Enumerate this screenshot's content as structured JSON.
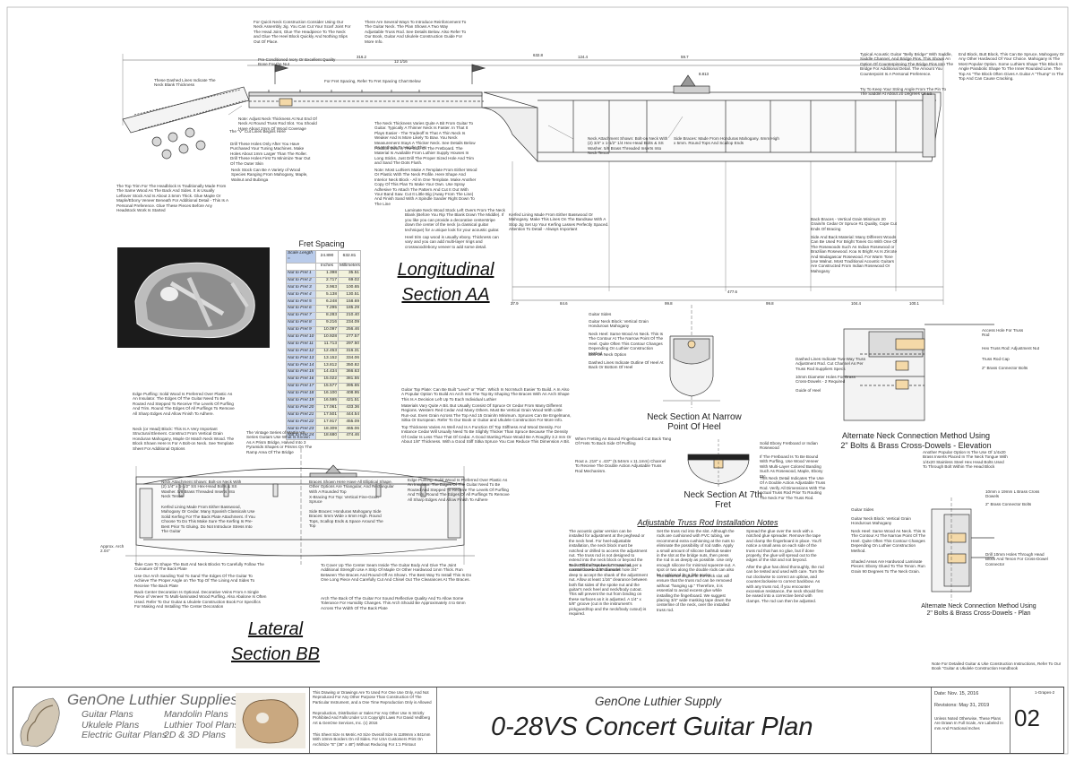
{
  "titles": {
    "longitudinal": "Longitudinal",
    "section_aa": "Section AA",
    "lateral": "Lateral",
    "section_bb": "Section BB",
    "neck_narrow_1": "Neck Section At Narrow",
    "neck_narrow_2": "Point Of Heel",
    "neck_7th_1": "Neck Section At 7th",
    "neck_7th_2": "Fret",
    "truss_title": "Adjustable Truss Rod Installation Notes",
    "alt_elev_1": "Alternate Neck Connection Method Using",
    "alt_elev_2": "2\" Bolts & Brass Cross-Dowels - Elevation",
    "alt_plan_1": "Alternate Neck Connection Method Using",
    "alt_plan_2": "2\" Bolts & Brass Cross-Dowels - Plan"
  },
  "fret_spacing": {
    "title": "Fret Spacing",
    "header": [
      "Scale Length =",
      "24.890",
      "632.81"
    ],
    "units": [
      "",
      "Inches",
      "Millimeters"
    ],
    "rows": [
      [
        "Nut to Fret 1",
        "1.398",
        "35.51"
      ],
      [
        "Nut to Fret 2",
        "2.717",
        "69.02"
      ],
      [
        "Nut to Fret 3",
        "3.963",
        "100.65"
      ],
      [
        "Nut to Fret 4",
        "5.138",
        "130.51"
      ],
      [
        "Nut to Fret 5",
        "6.248",
        "158.69"
      ],
      [
        "Nut to Fret 6",
        "7.295",
        "185.29"
      ],
      [
        "Nut to Fret 7",
        "8.283",
        "210.40"
      ],
      [
        "Nut to Fret 8",
        "9.216",
        "234.09"
      ],
      [
        "Nut to Fret 9",
        "10.097",
        "256.46"
      ],
      [
        "Nut to Fret 10",
        "10.928",
        "277.57"
      ],
      [
        "Nut to Fret 11",
        "11.713",
        "297.50"
      ],
      [
        "Nut to Fret 12",
        "12.453",
        "316.31"
      ],
      [
        "Nut to Fret 13",
        "13.152",
        "334.06"
      ],
      [
        "Nut to Fret 14",
        "13.812",
        "350.82"
      ],
      [
        "Nut to Fret 15",
        "14.434",
        "366.63"
      ],
      [
        "Nut to Fret 16",
        "15.022",
        "381.55"
      ],
      [
        "Nut to Fret 17",
        "15.577",
        "395.65"
      ],
      [
        "Nut to Fret 18",
        "16.100",
        "408.95"
      ],
      [
        "Nut to Fret 19",
        "16.595",
        "421.51"
      ],
      [
        "Nut to Fret 20",
        "17.061",
        "433.36"
      ],
      [
        "Nut to Fret 21",
        "17.501",
        "444.54"
      ],
      [
        "Nut to Fret 22",
        "17.917",
        "455.09"
      ],
      [
        "Nut to Fret 23",
        "18.309",
        "465.06"
      ],
      [
        "Nut to Fret 24",
        "18.680",
        "474.46"
      ]
    ]
  },
  "dims": {
    "top_total": "632.8",
    "d_316": "316.2",
    "d_124": "124.4",
    "d_59": "59.7",
    "d_12": "12 1/16",
    "d_8": "8.813",
    "bot_total": "477.6",
    "b1": "84.6",
    "b2": "99.8",
    "b3": "99.8",
    "b4": "104.4",
    "b5": "100.1",
    "b0": "27.9"
  },
  "notes": {
    "n_quick": "For Quick Neck Construction Consider Using Our Neck Assembly Jig. You Can Cut Your Scarf Joint For The Head Joint, Glue The Headpiece To The Neck and Glue The Heel Block Quickly And Nothing Slips Out Of Place.",
    "n_reinforce": "There Are Several Ways To Introduce Reinforcement To The Guitar Neck. The Plan Shows A Two Way Adjustable Truss Rod. See Details Below. Also Refer To Our Book, Guitar And Ukulele Construction Guide For More Info.",
    "n_ivory": "Pre-Conditioned Ivory Or Excellent Quality Bone For the Nut",
    "n_fret": "For Fret Spacing, Refer To Fret Spacing Chart Below",
    "n_dashed": "These Dashed Lines Indicate The Neck Blank Thickness",
    "n_thickness": "Note: Adjust Neck Thickness At Nut End Of Neck At Round Truss Rod Slot. You Should Have About 2mm Of Wood Coverage",
    "n_vcut": "The \"V\" Cut Lines Begins Here",
    "n_drill": "Drill These Holes Only After You Have Purchased Your Tuning Machines. Make Holes About 1mm Larger Than The Roller. Drill These Holes First To Minimize Tear Out Of The Outer Skin",
    "n_variety": "Neck Stock Can Be A Variety of Wood Species Ranging From Mahogany, Maple, Walnut and Bubinga",
    "n_headstock": "The Top Trim For The Headblock Is Traditionally Made From The Same Wood As The Back And Sides. It is Usually Leftover Stock And Is About 2.5mm Thick. Glue Maple Or Maple/Ebony Veneer Beneath For Additional Detail - This Is A Personal Preference. Glue These Pieces Before Any Headstock Work Is Started",
    "n_neckthick": "The Neck Thickness Varies Quite A Bit From Guitar To Guitar. Typically A Thinner Neck Is Faster. In That It Plays Easier - The Tradeoff Is That A Thin Neck Is Weaker And Is More Likely To Bow. You Neck Measurement Stays A Thicker Neck. See Details Below On Methods To Handle This.",
    "n_position": "Position Dots In The Side Of The Fretboard. The Material Is Available From Luthier Supply Houses In Long Sticks. Just Drill The Proper Sized Hole And Trim and Sand The Dots Flush.",
    "n_template": "Note: Most Luthiers Make A Template From Either Wood Or Plastic With The Neck Profile. Here Shape And Interior Neck Block - All In One Template. Make Another Copy Of This Plan To Make Your Own. Use Spray Adhesive To Attach The Pattern And Cut It Out With Your Band Saw. Cut It Little Big (Away From The Line) And Finish Sand With A Spindle Sander Right Down To The Line",
    "n_laminate": "Laminate Neck Wood Stock Left Overs From The Neck Blank (Before You Rip The Blank Down The Middle). If you like you can provide a decorative centerstripe down the center of the neck (a classical guitar technique) for a unique look for your acoustic guitar.",
    "n_heeltrim": "Heel trim cap wood is usually ebony. Thickness can vary and you can add multi-layer rings and crosswood/ebony veneer to add some detail.",
    "n_kerfed": "Kerfed Lining Made From Either Basswood Or Mahogany. Make This Lines On The Bandsaw With A Stop Jig Set Up Your Kerfing Lasses Perfectly Spaced. Attention To Detail - Always Important",
    "n_neckattach": "Neck Attachment Shown: Bolt-on Neck With (2) 3/4\" x 1-1/2\" 1/4 Hex-Head Bolts & SS Washer. 5/8 Brass Threaded Inserts Into Neck Tenon",
    "n_sides": "Side Braces: Made From Honduras Mahogany. 6mm High x 5mm. Round Tops And Scallop Ends",
    "n_bellybridge": "Typical Acoustic Guitar \"Belly Bridge\" With Saddle, Saddle Channel, And Bridge Pins. This Shows An Option Of Counterpinning The Bridge Pins Into The Bridge For Additional Detail. The Amount You Counterpoint Is A Personal Preference.",
    "n_tryrake": "Try To Keep Your String Angle From The Pin To The Saddle At About 20 Degrees Or So",
    "n_endblock": "End Block, Butt Block, This Can Be Spruce, Mahogany Or Any Other Hardwood Of Your Choice. Mahogany Is The Most Popular Option. Some Luthiers Shape This Block In Angle Parabolic Shape To The Inner Rounded Line. The Top As \"The Block Often Gives A Guitar A \"Thump\" In The Top And Can Cause Cracking.",
    "n_backbraces": "Back Braces - Vertical Grain Minimum 20 Grain/In Cedar Or Spruce #1 Quality, Cope Cut Ends Of Bracing",
    "n_sideback": "Side And Back Material: Many Different Woods Can Be Used For Bright Tones Go With One Of The Rosewoods Such As Indian Rosewood or Brazilian Rosewood. Koa Is Bright As Is Zircote And Madagascar Rosewood. For Warm Tone Use Walnut. Most Traditional Acoustic Guitars Are Constructed From Indian Rosewood Or Mahogany",
    "n_guitar_sides": "Guitar Sides",
    "n_guitar_neckblock": "Guitar Neck Block: Vertical Grain Hondurous Mahogany",
    "n_neckheel": "Neck Heel: Same Wood As Neck. This Is The Contour At The Narrow Point Of The Heel. Quite Often This Contour Changes Depending On Luthier Construction Method",
    "n_bolton": "Bolt-On Neck Option",
    "n_dashedlines": "Dashed Lines Indicate Outline Of Heel At Back Or Bottom Of Heel",
    "n_whenfitting": "When Fretting An Bound Fingerboard Cut Back Tang Of Frets To Back Side Of Purfling",
    "n_rout": "Rout a .218\" x .437\" (5.54mm x 11.1mm) Channel To Receive The Double Action Adjustable Truss Rod Mechanism.",
    "n_solidebony": "Solid Ebony Fretboard or Indian Rosewood",
    "n_fretboard": "If The Fretboard Is To Be Bound With Purfling, Use Wood Veneer With Multi-Layer Colored Banding Such As Rosewood, Maple, Ebony Etc.",
    "n_necktable": "This Neck Detail Indicates The Use Of A Double Action Adjustable Truss Rod. Verify All Dimensions With The Actual Truss Rod Prior To Routing The Neck For The Truss Rod.",
    "n_access": "Access Hole For Truss Rod",
    "n_hexrod": "Hex Truss Rod: Adjustment Nut",
    "n_trussrod": "Truss Rod Cap",
    "n_brasscon": "2\" Brass Connector Bolts",
    "n_dashedtwo": "Dashed Lines Indicate Two-Way Truss Adjustment Rod. Cut Channel As Per Truss Rod Suppliers Specs",
    "n_10mm": "10mm Diameter Holes For Brass Cross-Dowels - 2 Required",
    "n_guideheel": "Guide of Heel",
    "n_altpopular": "Another Popular Option Is The Use Of 1/4x20 Brass Inserts Placed In The Neck Tongue With 1/4x20 Stainless Steel Hex Head Bolts Used To Through Bolt Within The Head Block",
    "n_edge": "Edge Purfling: Solid Wood Is Preferred Over Plastic As An Insulator. The Edges Of The Guitar Need To Be Routed And Stepped To Receive The Levels Of Purfling And Trim. Round The Edges Of All Purflings To Remove All Sharp Edges And Allow Finish To Adhere.",
    "n_neckblock": "Neck (or Head) Block: This Is A Very Important Structural Element. Construct From Vertical Grain Honduran Mahogany, Maple Or Match Neck Wood. The Block Shown Here Is For A Bolt-on Neck. See Template Sheet For Additional Options",
    "n_vintage": "The Vintage Series of Martin VS Series Guitars Use What Is Known As A Prism Bridge, Halved Into 3 Pyramids Shapes or Prisms On The Ramp Area Of The Bridge",
    "n_guitartop": "Guitar Top Plate: Can Be Built \"Level\" or \"Flat\". Which In Not Much Easier To Build. A In Also A Popular Option To Build An Arch Into The Top By Shaping The Braces With An Arch Shape This Is A Decision Left Up To Each Individual Luthier",
    "n_materials": "Materials Vary Quite A Bit. But Usually Consist Of Spruce Or Cedar From Many Different Regions. Western Red Cedar And Many Others. Must Be Vertical Grain Wood With Little Run-out. Even Grain Across The Top And 15 Grain/In Minimum. Spruces Can Be Engelmann, Sitka Or European. Refer To Our Book or Guitar and Ukulele Construction For More Info.",
    "n_topthick": "Top Thickness Varies As Well And Is A Function Of Top Stiffness And Wood Density. For Instance Cedar Will Usually Need To Be Slightly Thicker Than Spruce Because The Density Of Cedar Is Less Than That Of Cedar. A Good Starting Place Would Be A Roughly 3.2 mm Or About 1/8\" Thickness. With a Good Stiff Sitka Spruce You Can Reduce This Dimension A Bit.",
    "n_braces": "Braces Shown Here Have All Elliptical Shape. Other Options Are Triangular, And Rectangular With A Rounded Top",
    "n_xbracing": "X-Bracing For Top: Vertical Fine-Grain Spruce",
    "n_sidebraces2": "Side Braces: Honduras Mahogany Side Braces: 5mm Wide x 6mm High. Round Tops, Scallop Ends & Space Around The Top",
    "n_edge2": "Edge Purfling: Solid Wood Is Preferred Over Plastic As An Insulator. The Edges Of The Guitar Need To Be Routed And Stepped To Receive The Levels Of Purfling And Trim. Round The Edges Of All Purflings To Remove All Sharp Edges And Allow Finish To Adhere",
    "n_neckattach2": "Neck Attachment Shown: Bolt-on Neck With (2) 1/4\" x 1-1/2\" SS Hex-Head Bolts & SS Washer. 5/8 Brass Threaded Inserts Into Neck Tenon",
    "n_kerfed2": "Kerfed Lining Made From Either Basswood, Mahogany Or Cedar. Many Spanish Classicals Use Solid Kerfing For The Back Plate Attachment. If You Choose To Do This Make Sure The Kerfing Is Pre-Bent Prior To Gluing. Do Not Introduce Stress Into The Guitar",
    "n_takecare": "Take Care To Shape The Butt And Neck Blocks To Carefully Follow The Curvature Of The Back Plate",
    "n_sanding": "Use Our Arch Sanding Tool To Sand The Edges Of The Guitar To Achieve The Proper Angle on The Top Of The Lining And Sides To Receive The Back Plate",
    "n_backcenter": "Back Center Decoration Is Optional. Decorative Veins From A Single Piece of Veneer To Multi-laminated Wood Purfling. Also Abalone Is Often Used. Refer To Our Guitar & Ukulele Construction Book For Specifics For Making And Installing The Center Decoration",
    "n_coverup": "To Cover Up The Center Seam Inside The Guitar Body And Give The Joint Additional Strength Use A Strip Of Maple Or Other Hardwood 1mm Thick. Run Between The Braces And Round-Off As Shown. The Best Way To Install This Is Do One Long Piece And Carefully Cut And Chisel Out The Clearances At The Braces.",
    "n_archback": "Arch The Back Of The Guitar For Sound Reflective Quality And To Allow Some Tolerance For Humidity Changes. This Arch Should Be Approximately 4 to 6mm Across The Width Of The Back Plate",
    "n_approx": "Approx. Arch 2.04\"",
    "n_truss1": "The acoustic guitar version can be installed for adjustment at the peghead or the neck heel. For heel-adjustable installation, the neck block must be notched or drilled to access the adjustment nut. The truss rod is not designed to extend into the neck block or beyond the neck. This allows neck removal as per a normal doveiled neck model.",
    "n_truss2": "To install the \"spoke nut\" truss rod, counterbore a .3/8\" diameter hole 3/4\" deep to accept the shank of the adjustment nut. Allow at least 1/16\" clearance between both flat sides of the spoke nut and the guitar's neck heel and neck/body cutout. This will prevent the nut from binding on these surfaces as it is adjusted. A 1/4\" x 5/8\" groove (cut in the instrument's pickguard/top and the neck/body cutout) is required.",
    "n_truss3": "Set the truss rod into the slot. Although the rods are cushioned with PVC tubing, we recommend extra cushioning at the nuts to eliminate the possibility of rod rattle. Apply a small amount of silicone bathtub sealer in the slot at the bridge nuts, then press the rod in as deeply as possible. Use only enough silicone for minimal squeeze-out. A spot or two along the double rods can also be cushioned by a little sealer.",
    "n_truss4": "The absence of glue in the neck slot will ensure that the truss rod can be removed without \"hanging up.\" Therefore, it is essential to avoid excess glue while installing the fingerboard. We suggest placing 3/4\" wide masking tape down the centerline of the neck, over the installed truss rod.",
    "n_truss5": "Spread the glue over the neck with a notched glue spreader. Remove the tape and clamp the fingerboard in place. You'll notice a small area on each side of the truss rod that has no glue, but if done properly, the glue will spread out to the edges of the slot and not beyond.",
    "n_truss6": "After the glue has dried thoroughly, the rod can be tested and used with care. Turn the nut clockwise to correct an upbow, and counterclockwise to correct backbow. As with any truss rod, if you encounter excessive resistance, the neck should first be eased into a corrective bend with clamps. The rod can then be adjusted.",
    "n_plan_sides": "Guitar Sides",
    "n_plan_neckblock": "Guitar Neck Block: Vertical Grain Hondurous Mahogany",
    "n_plan_neckheel": "Neck Heel: Same Wood As Neck. This Is The Contour At The Narrow Point Of The Heel. Quite Often This Contour Changes Depending On Luthier Construction Method.",
    "n_plan_shaded": "Shaded Areas Are Hardwood Laminate Pieces: Ebony Glued To The Tenon. Run Grain 90 Degrees To The Neck Grain.",
    "n_plan_drill": "Drill 10mm Holes Through Head Block And Tenon For Cross-Dowel Connector",
    "n_plan_brass": "2\" Brass Connector Bolts",
    "n_plan_crossdowel": "10mm x 19mm L Brass Cross Dowels",
    "n_refer": "Note For Detailed Guitar & Uke Construction Instructions, Refer To Our Book \"Guitar & Ukulele Construction Handbook"
  },
  "title_block": {
    "company": "GenOne Luthier Supplies",
    "links_left": [
      "Guitar Plans",
      "Ukulele Plans",
      "Electric Guitar Plans"
    ],
    "links_right": [
      "Mandolin Plans",
      "Luthier Tool Plans",
      "2D & 3D Plans"
    ],
    "legal1": "This Drawing or Drawings Are To Used For One Use Only, And Not Reproduced For Any Other Purpose Than Construction Of The Particular Instrument, and a One Time Reproduction Only is Allowed",
    "legal2": "Reproduction, Distribution or Sales For Any Other Use Is Strictly Prohibited And Falls Under U.S Copyright Laws For David Vedlberg Art & GenOne Services, Inc. (c) 2016",
    "legal3": "This Sheet Size Is Metric A0 Size Overall Size Is 1189mm x 841mm With 10mm Borders On All Sides. For USA Customers Print On ArchiSize \"E\" (36\" x 48\") Without Reducing For 1:1 Printout",
    "supply": "GenOne Luthier Supply",
    "plan": "0-28VS Concert Guitar Plan",
    "date": "Date: Nov. 15, 2016",
    "revisions": "Revisions: May 31, 2019",
    "units": "Unless Noted Otherwise, These Plans Are Drawn In Full Scale, Are Labeled In mm And Fractional Inches",
    "code": "1-Grapes-2",
    "page": "02"
  }
}
